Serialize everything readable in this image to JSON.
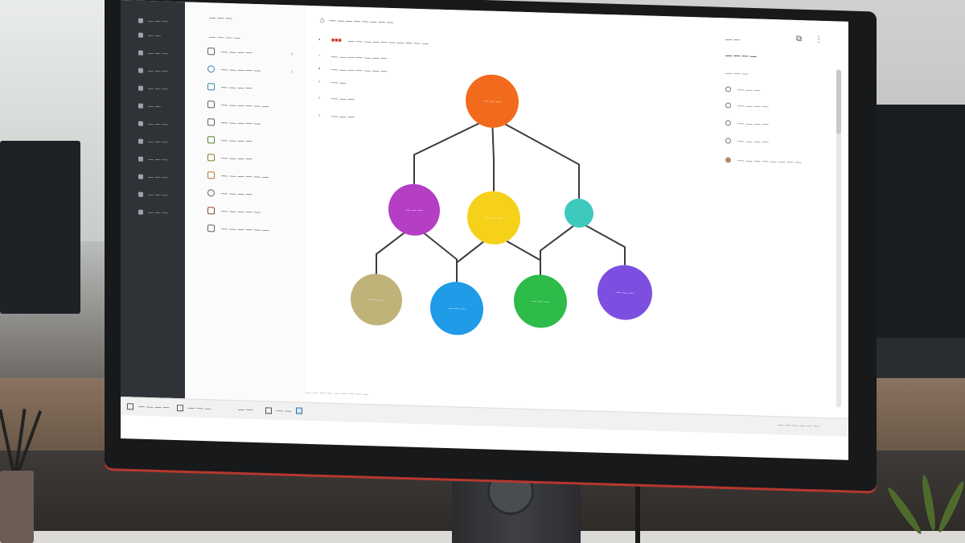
{
  "app": {
    "rail_items": [
      "— — —",
      "— —",
      "— — —",
      "— — —",
      "— — —",
      "— —",
      "— — —",
      "— — —",
      "— — —",
      "— — —",
      "— — —",
      "— — —"
    ],
    "sidebar": {
      "header": "— — —",
      "subheader": "— — — —",
      "items": [
        {
          "label": "— — — —",
          "icon": "page-icon"
        },
        {
          "label": "— — — — —",
          "icon": "cloud-icon"
        },
        {
          "label": "— — — —",
          "icon": "grid-icon"
        },
        {
          "label": "— — — — — —",
          "icon": "doc-icon"
        },
        {
          "label": "— — — — —",
          "icon": "doc-icon"
        },
        {
          "label": "— — — —",
          "icon": "folder-icon"
        },
        {
          "label": "— — — —",
          "icon": "folder-icon"
        },
        {
          "label": "— — — — — —",
          "icon": "folder-icon"
        },
        {
          "label": "— — — —",
          "icon": "chat-icon"
        },
        {
          "label": "— — — — —",
          "icon": "tag-icon"
        },
        {
          "label": "— — — — — —",
          "icon": "list-icon"
        }
      ]
    },
    "document": {
      "title": "— — — — — — — —",
      "tasks": [
        {
          "tag": "■■■",
          "text": "— — — — — — — — — —"
        },
        {
          "tag": "",
          "text": "— — — — — — —"
        },
        {
          "tag": "",
          "text": "— — — — — — —"
        },
        {
          "tag": "",
          "text": "— —"
        },
        {
          "tag": "",
          "text": "— — —"
        },
        {
          "tag": "",
          "text": "— — —"
        }
      ]
    },
    "right_panel": {
      "heading": "— —",
      "subheading": "— — — —",
      "items": [
        "— — —",
        "— — —",
        "— — — —",
        "— — — —",
        "— — — —",
        "— — — — — — — —"
      ]
    },
    "footer_note": "— — — — — — — — —",
    "taskbar": {
      "items": [
        "— — — —",
        "— — —",
        "— —",
        "— —"
      ],
      "tray": "— — — — — —"
    }
  },
  "diagram": {
    "nodes": [
      {
        "id": "root",
        "color": "#f26b1d",
        "label": "— — —"
      },
      {
        "id": "a",
        "color": "#b43ec4",
        "label": "— — —"
      },
      {
        "id": "b",
        "color": "#f6d11a",
        "label": "— — —"
      },
      {
        "id": "c",
        "color": "#3ec9bd",
        "label": ""
      },
      {
        "id": "d",
        "color": "#c0b37a",
        "label": "— — —"
      },
      {
        "id": "e",
        "color": "#1f9be8",
        "label": "— — —"
      },
      {
        "id": "f",
        "color": "#2dbb4a",
        "label": "— — —"
      },
      {
        "id": "g",
        "color": "#7d4fe0",
        "label": "— — —"
      }
    ],
    "edges": [
      [
        "root",
        "a"
      ],
      [
        "root",
        "b"
      ],
      [
        "root",
        "c"
      ],
      [
        "a",
        "d"
      ],
      [
        "a",
        "e"
      ],
      [
        "b",
        "e"
      ],
      [
        "b",
        "f"
      ],
      [
        "c",
        "f"
      ],
      [
        "c",
        "g"
      ]
    ],
    "line_color": "#3b3b3b"
  }
}
